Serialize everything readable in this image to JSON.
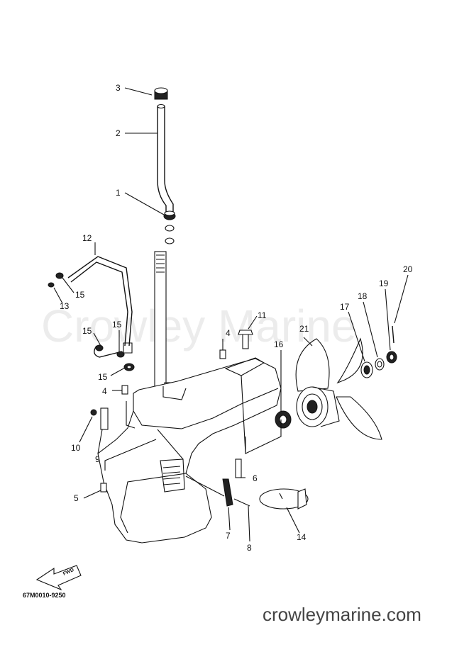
{
  "watermark": "Crowley Marine",
  "footer_url": "crowleymarine.com",
  "diagram_code": "67M0010-9250",
  "fwd_label": "FWD",
  "callouts": [
    {
      "id": "1",
      "text": "1"
    },
    {
      "id": "2",
      "text": "2"
    },
    {
      "id": "3",
      "text": "3"
    },
    {
      "id": "4a",
      "text": "4"
    },
    {
      "id": "4b",
      "text": "4"
    },
    {
      "id": "5",
      "text": "5"
    },
    {
      "id": "6",
      "text": "6"
    },
    {
      "id": "7",
      "text": "7"
    },
    {
      "id": "8",
      "text": "8"
    },
    {
      "id": "9",
      "text": "9"
    },
    {
      "id": "10",
      "text": "10"
    },
    {
      "id": "11",
      "text": "11"
    },
    {
      "id": "12",
      "text": "12"
    },
    {
      "id": "13",
      "text": "13"
    },
    {
      "id": "14",
      "text": "14"
    },
    {
      "id": "15a",
      "text": "15"
    },
    {
      "id": "15b",
      "text": "15"
    },
    {
      "id": "15c",
      "text": "15"
    },
    {
      "id": "15d",
      "text": "15"
    },
    {
      "id": "16",
      "text": "16"
    },
    {
      "id": "17",
      "text": "17"
    },
    {
      "id": "18",
      "text": "18"
    },
    {
      "id": "19",
      "text": "19"
    },
    {
      "id": "20",
      "text": "20"
    },
    {
      "id": "21",
      "text": "21"
    }
  ]
}
